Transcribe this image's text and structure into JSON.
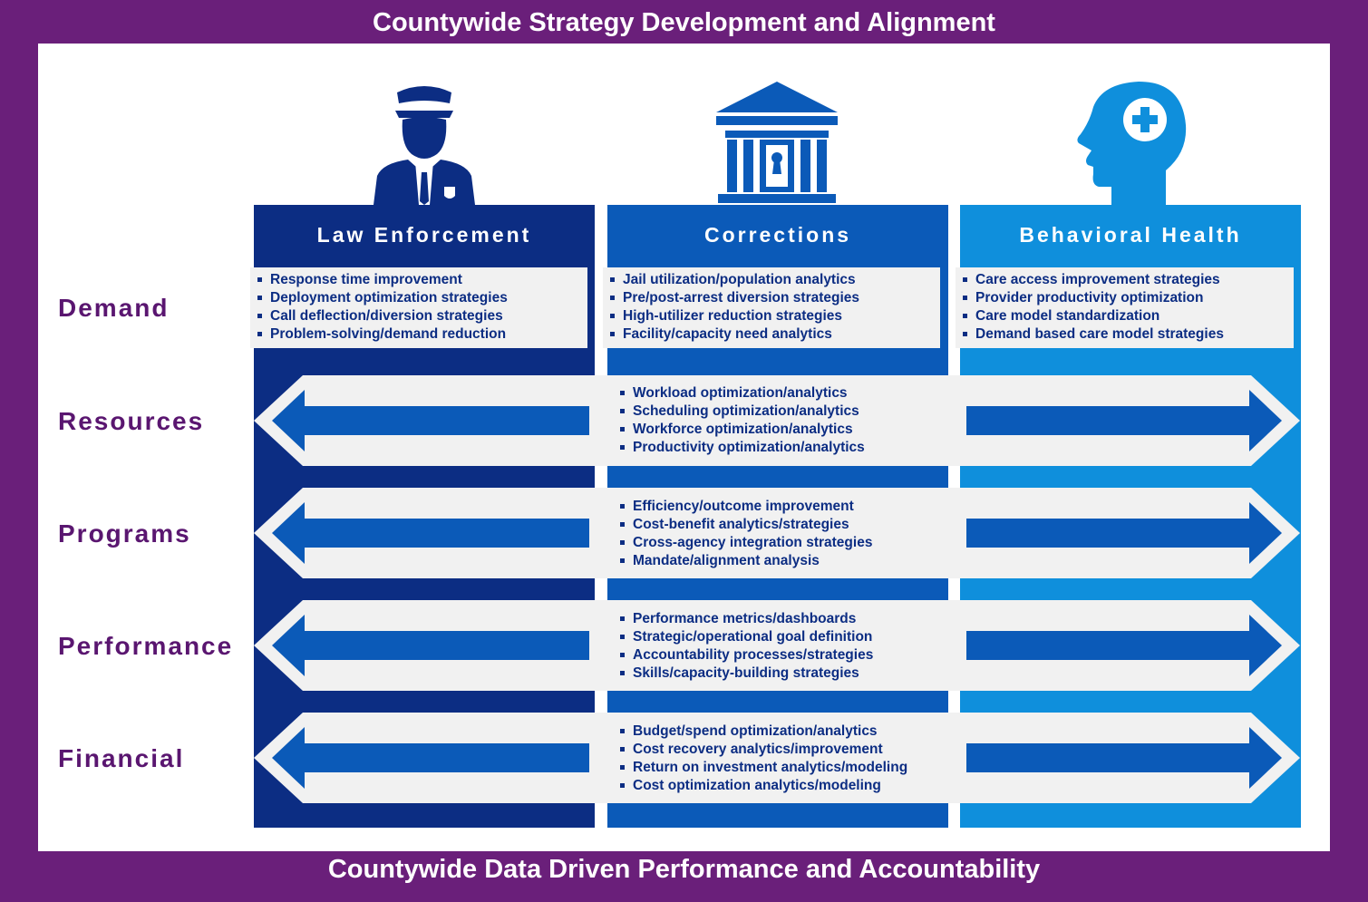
{
  "header": {
    "title": "Countywide Strategy  Development and Alignment"
  },
  "footer": {
    "title": "Countywide Data Driven Performance and Accountability"
  },
  "columns": {
    "law_enforcement": {
      "title": "Law Enforcement",
      "icon": "police-officer-icon",
      "demand": [
        "Response time improvement",
        "Deployment optimization strategies",
        "Call deflection/diversion strategies",
        "Problem-solving/demand reduction"
      ]
    },
    "corrections": {
      "title": "Corrections",
      "icon": "courthouse-icon",
      "demand": [
        "Jail utilization/population analytics",
        "Pre/post-arrest diversion strategies",
        "High-utilizer reduction strategies",
        "Facility/capacity need analytics"
      ]
    },
    "behavioral_health": {
      "title": "Behavioral Health",
      "icon": "head-medical-cross-icon",
      "demand": [
        "Care access improvement strategies",
        "Provider productivity optimization",
        "Care model standardization",
        "Demand based care model strategies"
      ]
    }
  },
  "rows": {
    "demand": {
      "label": "Demand"
    },
    "resources": {
      "label": "Resources",
      "items": [
        "Workload optimization/analytics",
        "Scheduling optimization/analytics",
        "Workforce optimization/analytics",
        "Productivity optimization/analytics"
      ]
    },
    "programs": {
      "label": "Programs",
      "items": [
        "Efficiency/outcome improvement",
        "Cost-benefit analytics/strategies",
        "Cross-agency integration strategies",
        "Mandate/alignment analysis"
      ]
    },
    "performance": {
      "label": "Performance",
      "items": [
        "Performance metrics/dashboards",
        "Strategic/operational goal definition",
        "Accountability processes/strategies",
        "Skills/capacity-building strategies"
      ]
    },
    "financial": {
      "label": "Financial",
      "items": [
        "Budget/spend optimization/analytics",
        "Cost recovery analytics/improvement",
        "Return on investment analytics/modeling",
        "Cost optimization analytics/modeling"
      ]
    }
  },
  "colors": {
    "frame": "#6a1f7a",
    "law_enforcement": "#0c2d83",
    "corrections": "#0b5ab8",
    "behavioral_health": "#0f8fdc",
    "row_label": "#5a1670"
  }
}
